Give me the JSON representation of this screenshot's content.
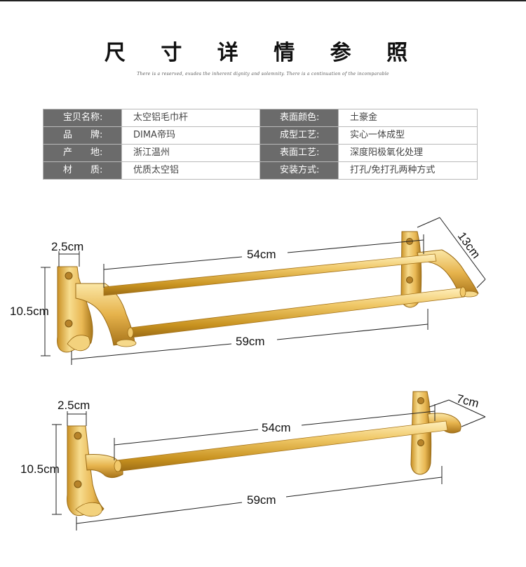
{
  "page": {
    "title": "尺 寸 详 情 参 照",
    "subtitle": "There is a reserved, exudes the inherent dignity and solemnity. There is a continuation of the incomparable"
  },
  "spec_table": [
    {
      "label1": "宝贝名称:",
      "value1": "太空铝毛巾杆",
      "label2": "表面颜色:",
      "value2": "土豪金"
    },
    {
      "label1": "品　　牌:",
      "value1": "DIMA帝玛",
      "label2": "成型工艺:",
      "value2": "实心一体成型"
    },
    {
      "label1": "产　　地:",
      "value1": "浙江温州",
      "label2": "表面工艺:",
      "value2": "深度阳极氧化处理"
    },
    {
      "label1": "材　　质:",
      "value1": "优质太空铝",
      "label2": "安装方式:",
      "value2": "打孔/免打孔两种方式"
    }
  ],
  "double_rack": {
    "bracket_width": "2.5cm",
    "height": "10.5cm",
    "inner_length": "54cm",
    "outer_length": "59cm",
    "depth": "13cm"
  },
  "single_rack": {
    "bracket_width": "2.5cm",
    "height": "10.5cm",
    "inner_length": "54cm",
    "outer_length": "59cm",
    "depth": "7cm"
  },
  "colors": {
    "gold_light": "#f7dc8e",
    "gold_mid": "#e3b04a",
    "gold_dark": "#b07c1c",
    "label_bg": "#6b6b6b"
  }
}
